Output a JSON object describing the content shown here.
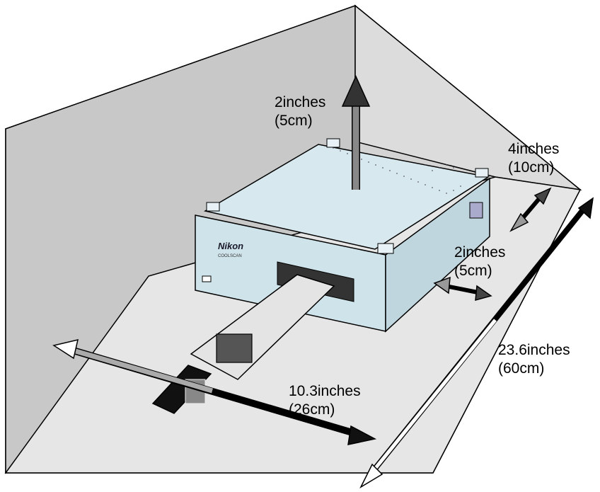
{
  "dimensions": {
    "top": {
      "value": "2inches",
      "metric": "(5cm)"
    },
    "back": {
      "value": "4inches",
      "metric": "(10cm)"
    },
    "side": {
      "value": "2inches",
      "metric": "(5cm)"
    },
    "width": {
      "value": "10.3inches",
      "metric": "(26cm)"
    },
    "depth": {
      "value": "23.6inches",
      "metric": "(60cm)"
    }
  },
  "device": {
    "brand": "Nikon",
    "model": "COOLSCAN",
    "body_color": "#cfe3ea"
  }
}
